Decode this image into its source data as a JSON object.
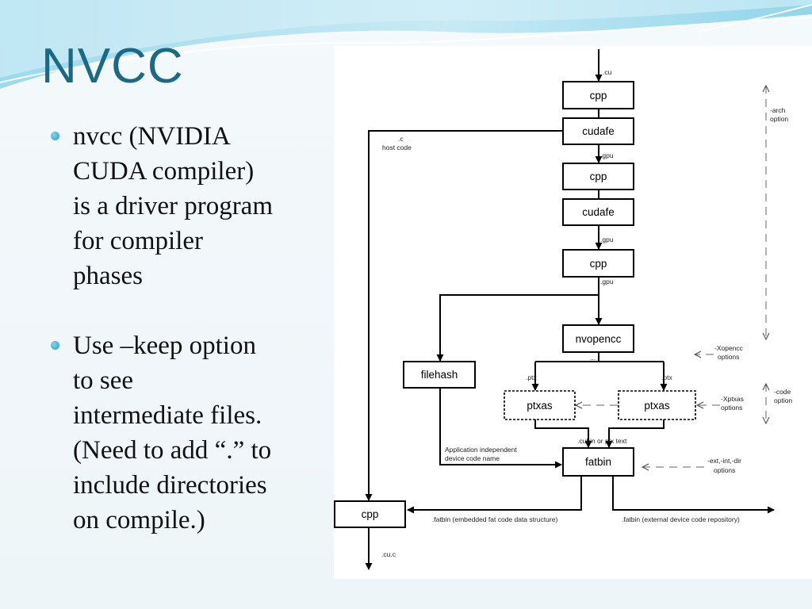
{
  "slide": {
    "title": "NVCC",
    "bullets": [
      {
        "text": "nvcc (NVIDIA CUDA compiler) is a driver program for compiler phases",
        "lines": [
          "nvcc (NVIDIA",
          "CUDA compiler)",
          "is a driver program",
          "for compiler",
          "phases"
        ]
      },
      {
        "text": "Use –keep option to see intermediate files. (Need to add “.” to include directories on compile.)",
        "lines": [
          "Use –keep option",
          "to see",
          "intermediate files.",
          "(Need to add “.” to",
          "include directories",
          "on compile.)"
        ]
      }
    ]
  },
  "diagram": {
    "nodes": {
      "cpp_1": "cpp",
      "cudafe_1": "cudafe",
      "cpp_2": "cpp",
      "cudafe_2": "cudafe",
      "cpp_3": "cpp",
      "nvopencc": "nvopencc",
      "filehash": "filehash",
      "ptxas_1": "ptxas",
      "ptxas_2": "ptxas",
      "fatbin": "fatbin",
      "cpp_host": "cpp"
    },
    "edge_labels": {
      "cu_in": ".cu",
      "c_host_1": ".c",
      "c_host_2": "host code",
      "gpu_1": ".gpu",
      "gpu_2": ".gpu",
      "gpu_3": ".gpu",
      "ellipsis": "...",
      "ptx_1": ".ptx",
      "ptx_2": ".ptx",
      "cubin": ".cubin or ptx text",
      "app_indep_1": "Application independent",
      "app_indep_2": "device code name",
      "fatbin_embedded": ".fatbin (embedded fat code data structure)",
      "fatbin_external": ".fatbin (external device code repository)",
      "cu_c_out": ".cu.c"
    },
    "options": {
      "arch_1": "-arch",
      "arch_2": "option",
      "xopencc_1": "-Xopencc",
      "xopencc_2": "options",
      "code_1": "-code",
      "code_2": "option",
      "xptxas_1": "-Xptxas",
      "xptxas_2": "options",
      "ext_1": "-ext,-int,-dir",
      "ext_2": "options"
    }
  }
}
